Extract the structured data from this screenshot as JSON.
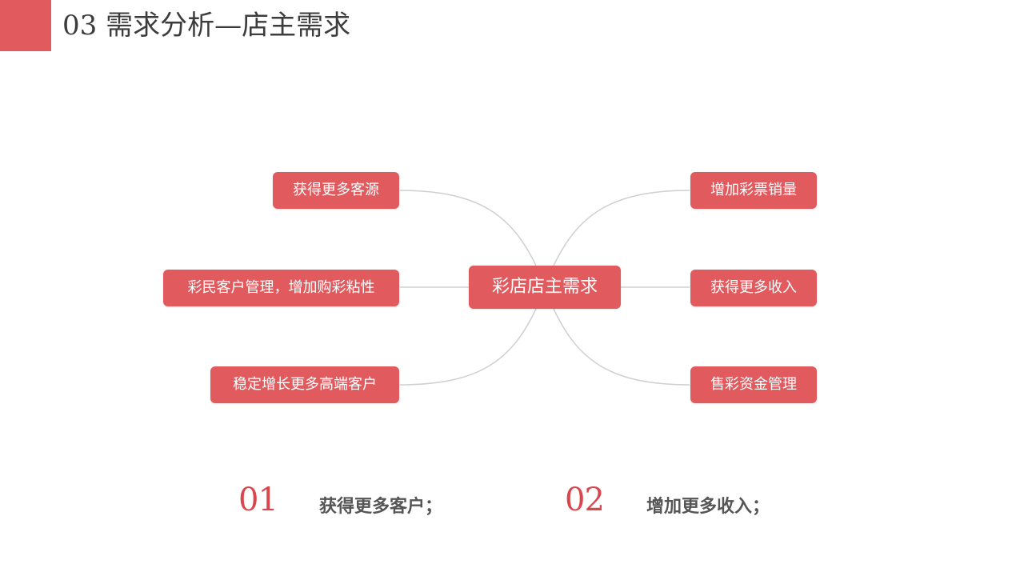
{
  "header": {
    "title": "03  需求分析—店主需求",
    "accent_color": "#e05a5e"
  },
  "mindmap": {
    "center": "彩店店主需求",
    "left_nodes": [
      "获得更多客源",
      "彩民客户管理，增加购彩粘性",
      "稳定增长更多高端客户"
    ],
    "right_nodes": [
      "增加彩票销量",
      "获得更多收入",
      "售彩资金管理"
    ],
    "node_color": "#e05a5e",
    "connector_color": "#cfcfd2"
  },
  "summary": {
    "items": [
      {
        "number": "01",
        "text": "获得更多客户；"
      },
      {
        "number": "02",
        "text": "增加更多收入；"
      }
    ]
  }
}
